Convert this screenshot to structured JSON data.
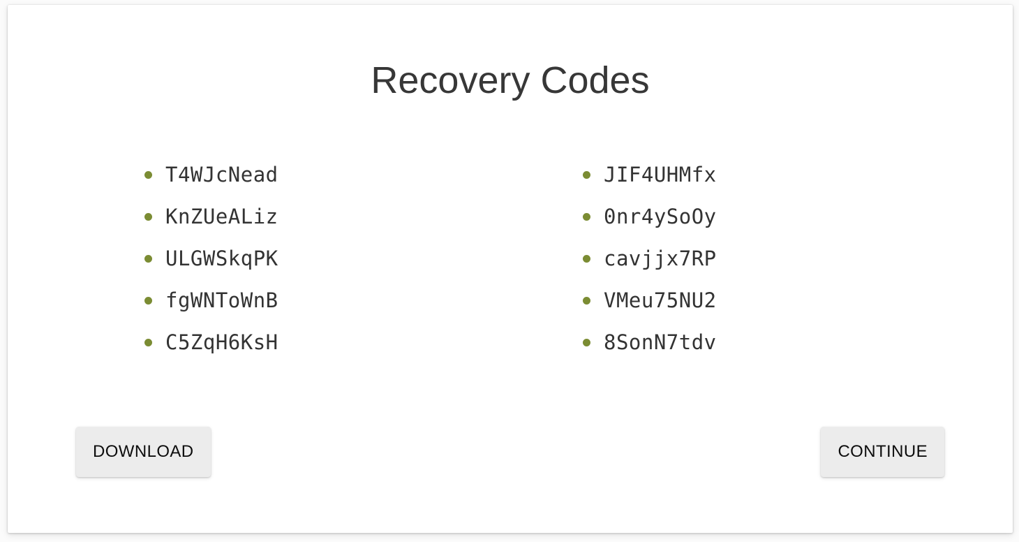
{
  "card": {
    "title": "Recovery Codes",
    "background_color": "#ffffff",
    "page_background_color": "#fbfbfb"
  },
  "codes": {
    "bullet_color": "#7b8c33",
    "text_color": "#333333",
    "columns": [
      {
        "items": [
          "T4WJcNead",
          "KnZUeALiz",
          "ULGWSkqPK",
          "fgWNToWnB",
          "C5ZqH6KsH"
        ]
      },
      {
        "items": [
          "JIF4UHMfx",
          "0nr4ySoOy",
          "cavjjx7RP",
          "VMeu75NU2",
          "8SonN7tdv"
        ]
      }
    ]
  },
  "buttons": {
    "download_label": "DOWNLOAD",
    "continue_label": "CONTINUE",
    "background_color": "#ececec",
    "text_color": "#0d0d0d"
  }
}
